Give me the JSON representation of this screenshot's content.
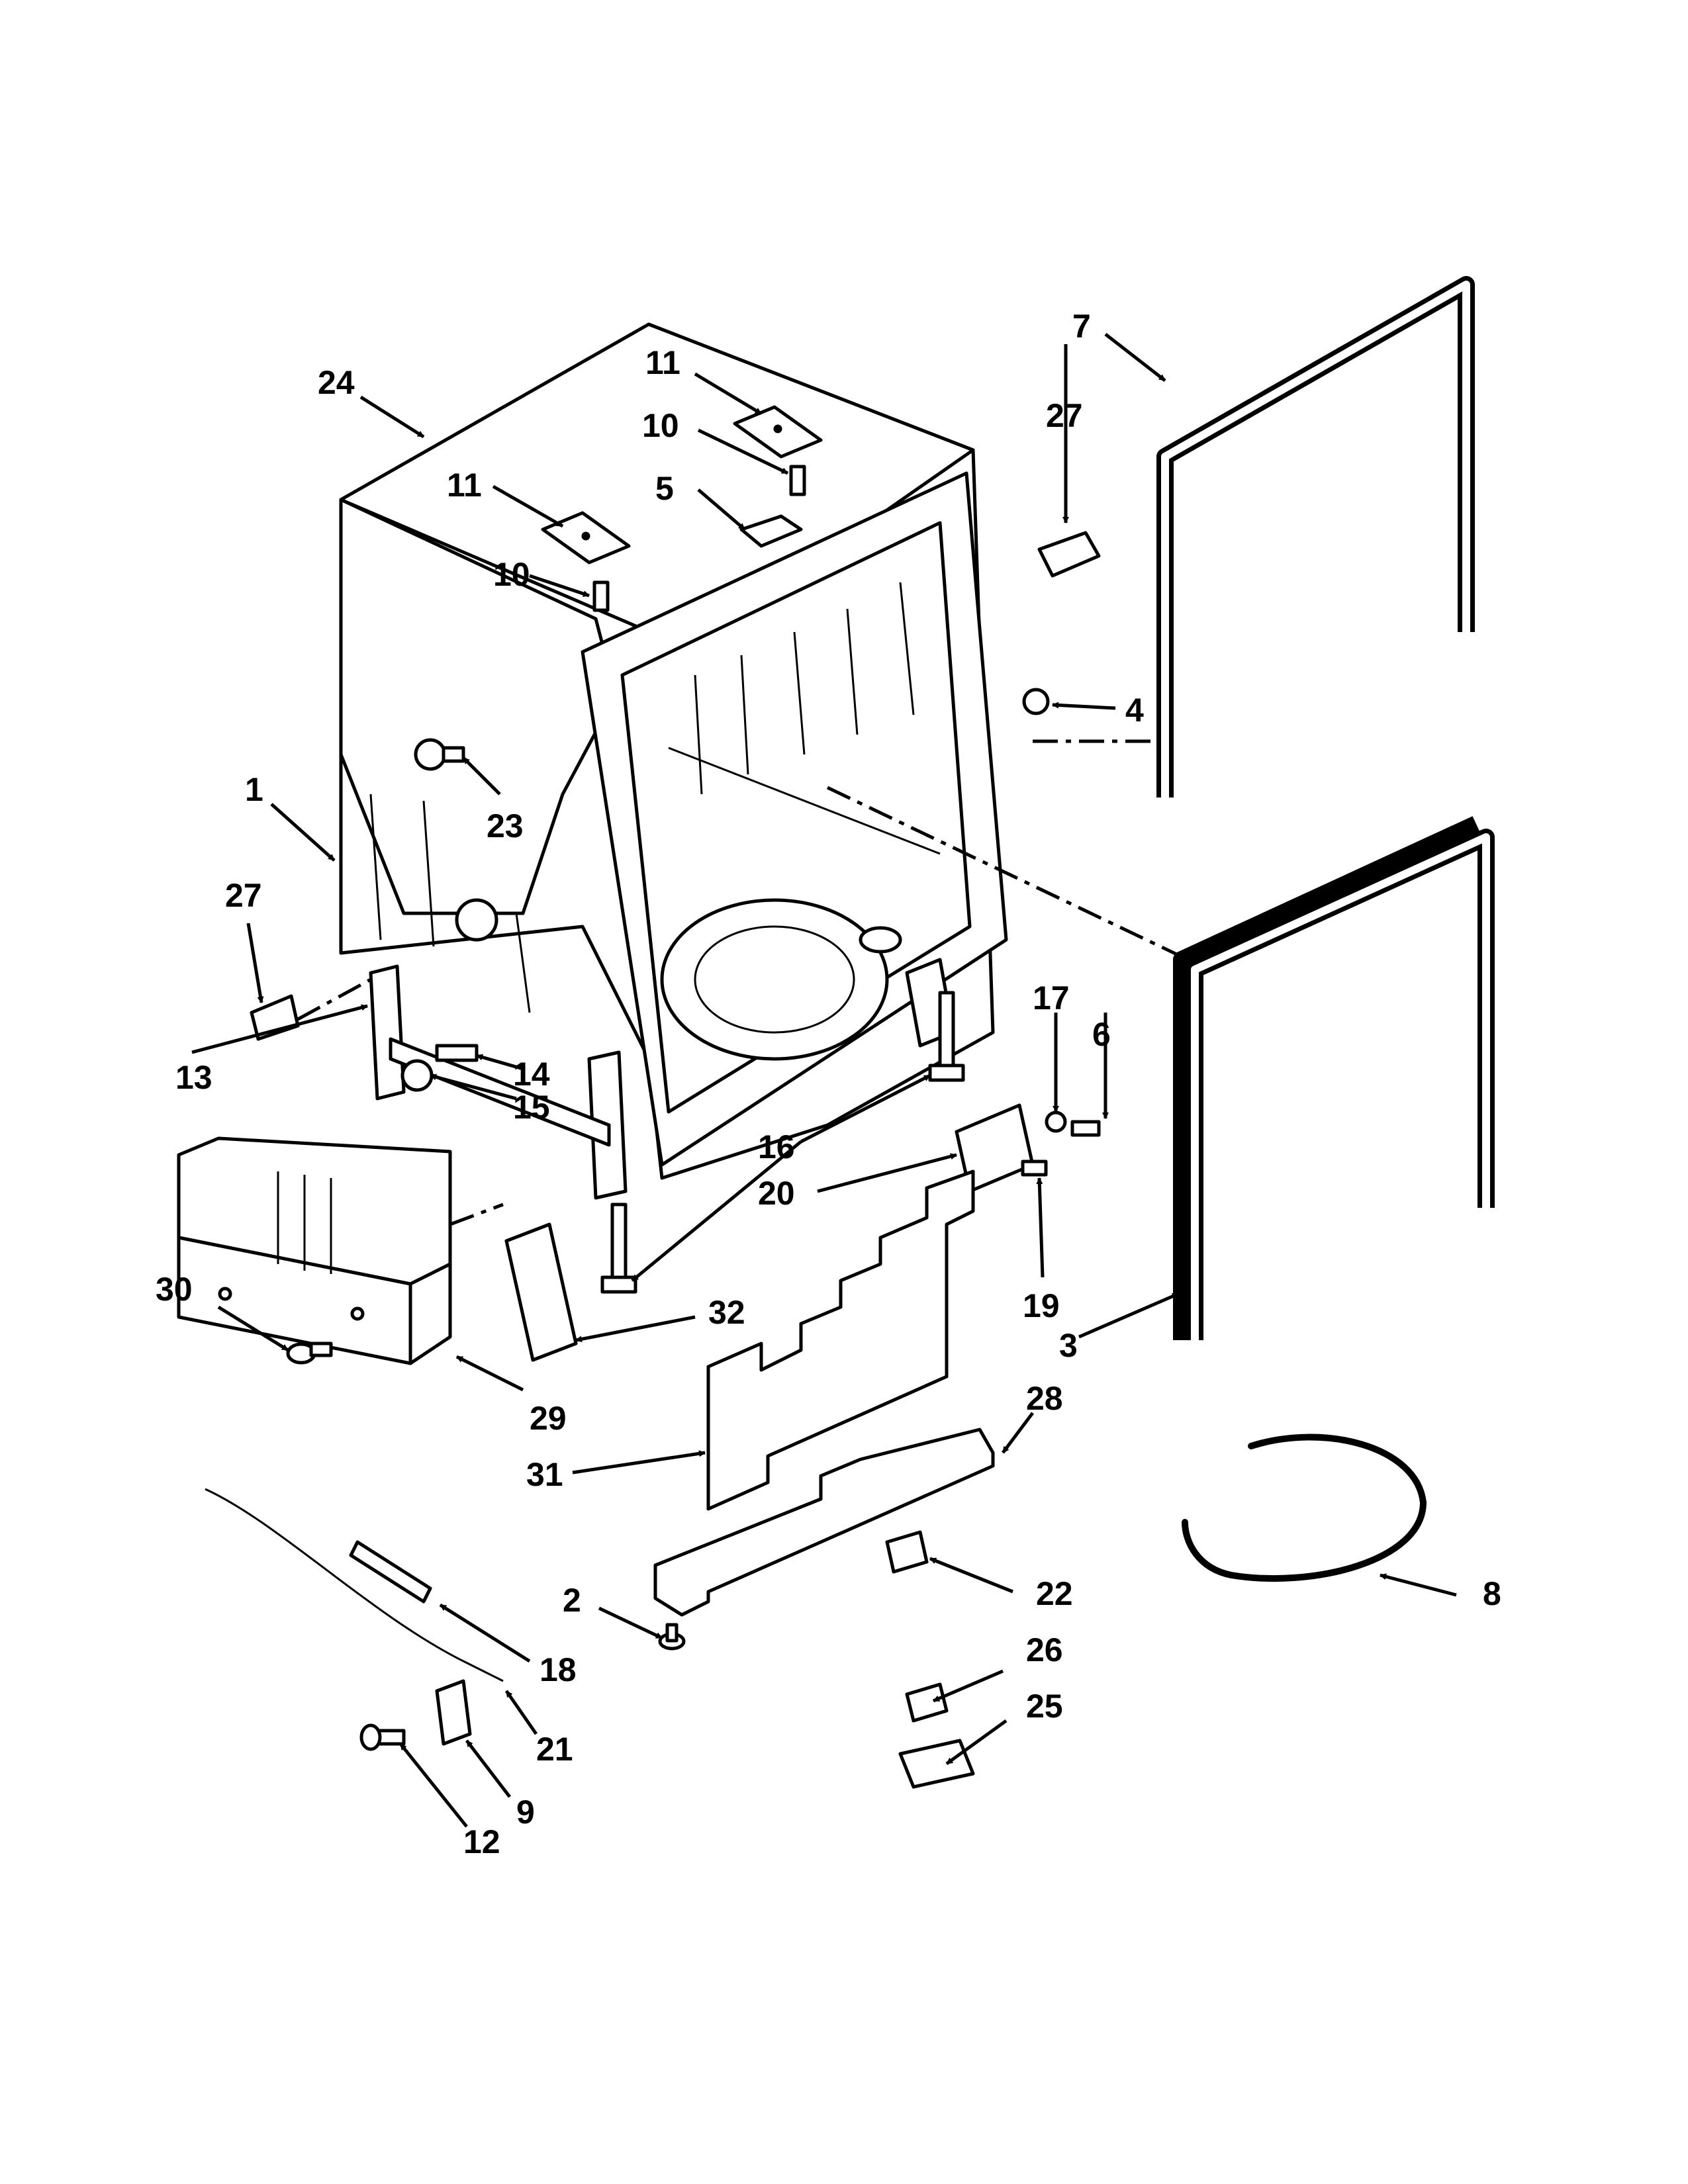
{
  "callouts": [
    {
      "id": "c1",
      "text": "1"
    },
    {
      "id": "c2",
      "text": "2"
    },
    {
      "id": "c3",
      "text": "3"
    },
    {
      "id": "c4",
      "text": "4"
    },
    {
      "id": "c5",
      "text": "5"
    },
    {
      "id": "c6",
      "text": "6"
    },
    {
      "id": "c7",
      "text": "7"
    },
    {
      "id": "c8",
      "text": "8"
    },
    {
      "id": "c9",
      "text": "9"
    },
    {
      "id": "c10a",
      "text": "10"
    },
    {
      "id": "c10b",
      "text": "10"
    },
    {
      "id": "c11a",
      "text": "11"
    },
    {
      "id": "c11b",
      "text": "11"
    },
    {
      "id": "c12",
      "text": "12"
    },
    {
      "id": "c13",
      "text": "13"
    },
    {
      "id": "c14",
      "text": "14"
    },
    {
      "id": "c15",
      "text": "15"
    },
    {
      "id": "c16",
      "text": "16"
    },
    {
      "id": "c17",
      "text": "17"
    },
    {
      "id": "c18",
      "text": "18"
    },
    {
      "id": "c19",
      "text": "19"
    },
    {
      "id": "c20",
      "text": "20"
    },
    {
      "id": "c21",
      "text": "21"
    },
    {
      "id": "c22",
      "text": "22"
    },
    {
      "id": "c23",
      "text": "23"
    },
    {
      "id": "c24",
      "text": "24"
    },
    {
      "id": "c25",
      "text": "25"
    },
    {
      "id": "c26",
      "text": "26"
    },
    {
      "id": "c27a",
      "text": "27"
    },
    {
      "id": "c27b",
      "text": "27"
    },
    {
      "id": "c28",
      "text": "28"
    },
    {
      "id": "c29",
      "text": "29"
    },
    {
      "id": "c30",
      "text": "30"
    },
    {
      "id": "c31",
      "text": "31"
    },
    {
      "id": "c32",
      "text": "32"
    }
  ],
  "colors": {
    "line": "#000000",
    "background": "#ffffff"
  }
}
